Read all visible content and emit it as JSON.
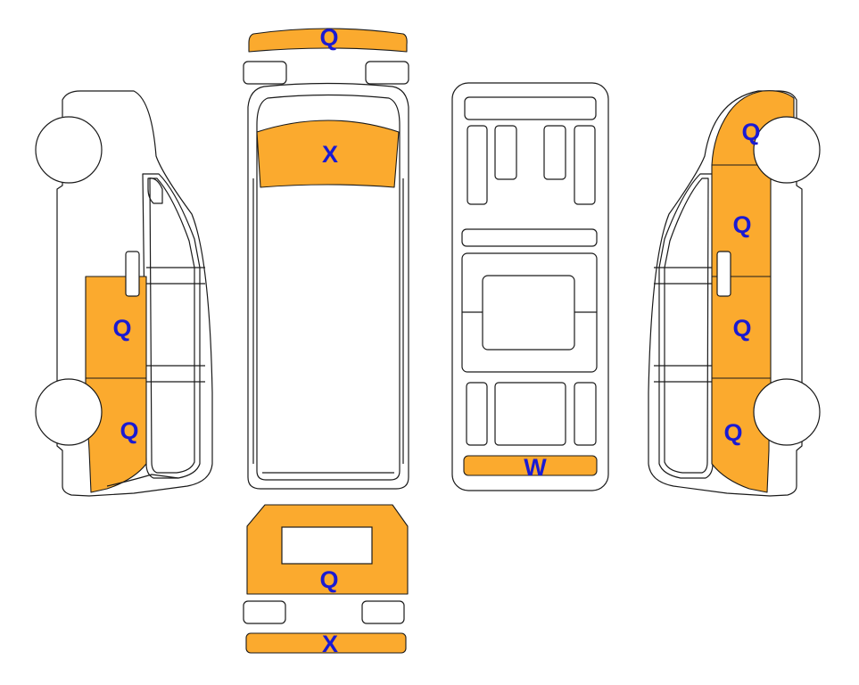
{
  "colors": {
    "damage_fill": "#FBAA2E",
    "label": "#1A1AD2",
    "outline": "#1a1a1a"
  },
  "labels": {
    "front_bumper": "Q",
    "hood": "X",
    "left_front_door": "Q",
    "left_front_fender": "Q",
    "roof_rear_strip": "W",
    "right_front_fender": "Q",
    "right_front_door": "Q",
    "right_rear_door": "Q",
    "right_rear_quarter": "Q",
    "rear_door": "Q",
    "rear_bumper": "X"
  }
}
